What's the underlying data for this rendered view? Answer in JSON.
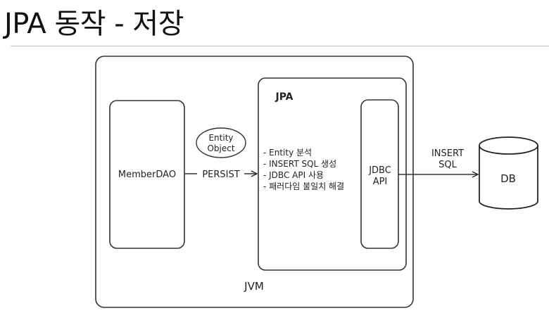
{
  "title": "JPA 동작 - 저장",
  "diagram": {
    "jvm": {
      "label": "JVM"
    },
    "member_dao": {
      "label": "MemberDAO"
    },
    "entity_object": {
      "line1": "Entity",
      "line2": "Object"
    },
    "persist_label": "PERSIST",
    "jpa": {
      "label": "JPA",
      "steps": [
        "- Entity 분석",
        "- INSERT SQL 생성",
        "- JDBC API 사용",
        "- 패러다임 불일치 해결"
      ]
    },
    "jdbc": {
      "line1": "JDBC",
      "line2": "API"
    },
    "insert_sql": {
      "line1": "INSERT",
      "line2": "SQL"
    },
    "db": {
      "label": "DB"
    }
  }
}
